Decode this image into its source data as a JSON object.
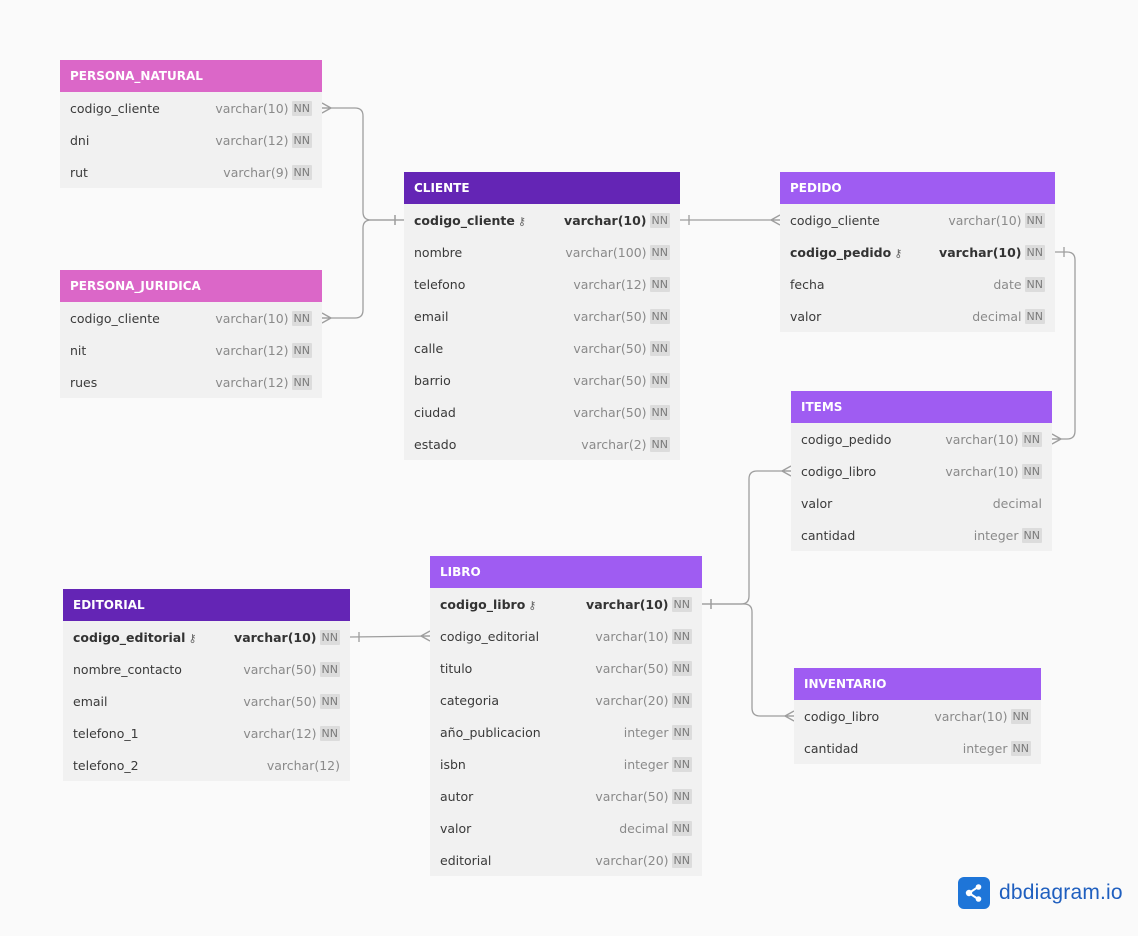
{
  "colors": {
    "magenta": "#db67c8",
    "dark_purple": "#6425b5",
    "purple": "#9f5cf2",
    "edge": "#9e9e9e",
    "logo": "#1e75d8"
  },
  "tables": [
    {
      "id": "persona_natural",
      "name": "PERSONA_NATURAL",
      "color": "#db67c8",
      "fields": [
        {
          "name": "codigo_cliente",
          "type": "varchar(10)",
          "nn": true
        },
        {
          "name": "dni",
          "type": "varchar(12)",
          "nn": true
        },
        {
          "name": "rut",
          "type": "varchar(9)",
          "nn": true
        }
      ]
    },
    {
      "id": "persona_juridica",
      "name": "PERSONA_JURIDICA",
      "color": "#db67c8",
      "fields": [
        {
          "name": "codigo_cliente",
          "type": "varchar(10)",
          "nn": true
        },
        {
          "name": "nit",
          "type": "varchar(12)",
          "nn": true
        },
        {
          "name": "rues",
          "type": "varchar(12)",
          "nn": true
        }
      ]
    },
    {
      "id": "cliente",
      "name": "CLIENTE",
      "color": "#6425b5",
      "fields": [
        {
          "name": "codigo_cliente",
          "type": "varchar(10)",
          "nn": true,
          "pk": true
        },
        {
          "name": "nombre",
          "type": "varchar(100)",
          "nn": true
        },
        {
          "name": "telefono",
          "type": "varchar(12)",
          "nn": true
        },
        {
          "name": "email",
          "type": "varchar(50)",
          "nn": true
        },
        {
          "name": "calle",
          "type": "varchar(50)",
          "nn": true
        },
        {
          "name": "barrio",
          "type": "varchar(50)",
          "nn": true
        },
        {
          "name": "ciudad",
          "type": "varchar(50)",
          "nn": true
        },
        {
          "name": "estado",
          "type": "varchar(2)",
          "nn": true
        }
      ]
    },
    {
      "id": "pedido",
      "name": "PEDIDO",
      "color": "#9f5cf2",
      "fields": [
        {
          "name": "codigo_cliente",
          "type": "varchar(10)",
          "nn": true
        },
        {
          "name": "codigo_pedido",
          "type": "varchar(10)",
          "nn": true,
          "pk": true
        },
        {
          "name": "fecha",
          "type": "date",
          "nn": true
        },
        {
          "name": "valor",
          "type": "decimal",
          "nn": true
        }
      ]
    },
    {
      "id": "items",
      "name": "ITEMS",
      "color": "#9f5cf2",
      "fields": [
        {
          "name": "codigo_pedido",
          "type": "varchar(10)",
          "nn": true
        },
        {
          "name": "codigo_libro",
          "type": "varchar(10)",
          "nn": true
        },
        {
          "name": "valor",
          "type": "decimal",
          "nn": false
        },
        {
          "name": "cantidad",
          "type": "integer",
          "nn": true
        }
      ]
    },
    {
      "id": "libro",
      "name": "LIBRO",
      "color": "#9f5cf2",
      "fields": [
        {
          "name": "codigo_libro",
          "type": "varchar(10)",
          "nn": true,
          "pk": true
        },
        {
          "name": "codigo_editorial",
          "type": "varchar(10)",
          "nn": true
        },
        {
          "name": "titulo",
          "type": "varchar(50)",
          "nn": true
        },
        {
          "name": "categoria",
          "type": "varchar(20)",
          "nn": true
        },
        {
          "name": "año_publicacion",
          "type": "integer",
          "nn": true
        },
        {
          "name": "isbn",
          "type": "integer",
          "nn": true
        },
        {
          "name": "autor",
          "type": "varchar(50)",
          "nn": true
        },
        {
          "name": "valor",
          "type": "decimal",
          "nn": true
        },
        {
          "name": "editorial",
          "type": "varchar(20)",
          "nn": true
        }
      ]
    },
    {
      "id": "editorial",
      "name": "EDITORIAL",
      "color": "#6425b5",
      "fields": [
        {
          "name": "codigo_editorial",
          "type": "varchar(10)",
          "nn": true,
          "pk": true
        },
        {
          "name": "nombre_contacto",
          "type": "varchar(50)",
          "nn": true
        },
        {
          "name": "email",
          "type": "varchar(50)",
          "nn": true
        },
        {
          "name": "telefono_1",
          "type": "varchar(12)",
          "nn": true
        },
        {
          "name": "telefono_2",
          "type": "varchar(12)",
          "nn": false
        }
      ]
    },
    {
      "id": "inventario",
      "name": "INVENTARIO",
      "color": "#9f5cf2",
      "fields": [
        {
          "name": "codigo_libro",
          "type": "varchar(10)",
          "nn": true
        },
        {
          "name": "cantidad",
          "type": "integer",
          "nn": true
        }
      ]
    }
  ],
  "relationships": [
    {
      "from": "persona_natural.codigo_cliente",
      "to": "cliente.codigo_cliente"
    },
    {
      "from": "persona_juridica.codigo_cliente",
      "to": "cliente.codigo_cliente"
    },
    {
      "from": "pedido.codigo_cliente",
      "to": "cliente.codigo_cliente"
    },
    {
      "from": "items.codigo_pedido",
      "to": "pedido.codigo_pedido"
    },
    {
      "from": "items.codigo_libro",
      "to": "libro.codigo_libro"
    },
    {
      "from": "inventario.codigo_libro",
      "to": "libro.codigo_libro"
    },
    {
      "from": "libro.codigo_editorial",
      "to": "editorial.codigo_editorial"
    }
  ],
  "nn_label": "NN",
  "key_icon": "key-icon",
  "logo": {
    "text": "dbdiagram.io",
    "icon": "share-icon"
  }
}
